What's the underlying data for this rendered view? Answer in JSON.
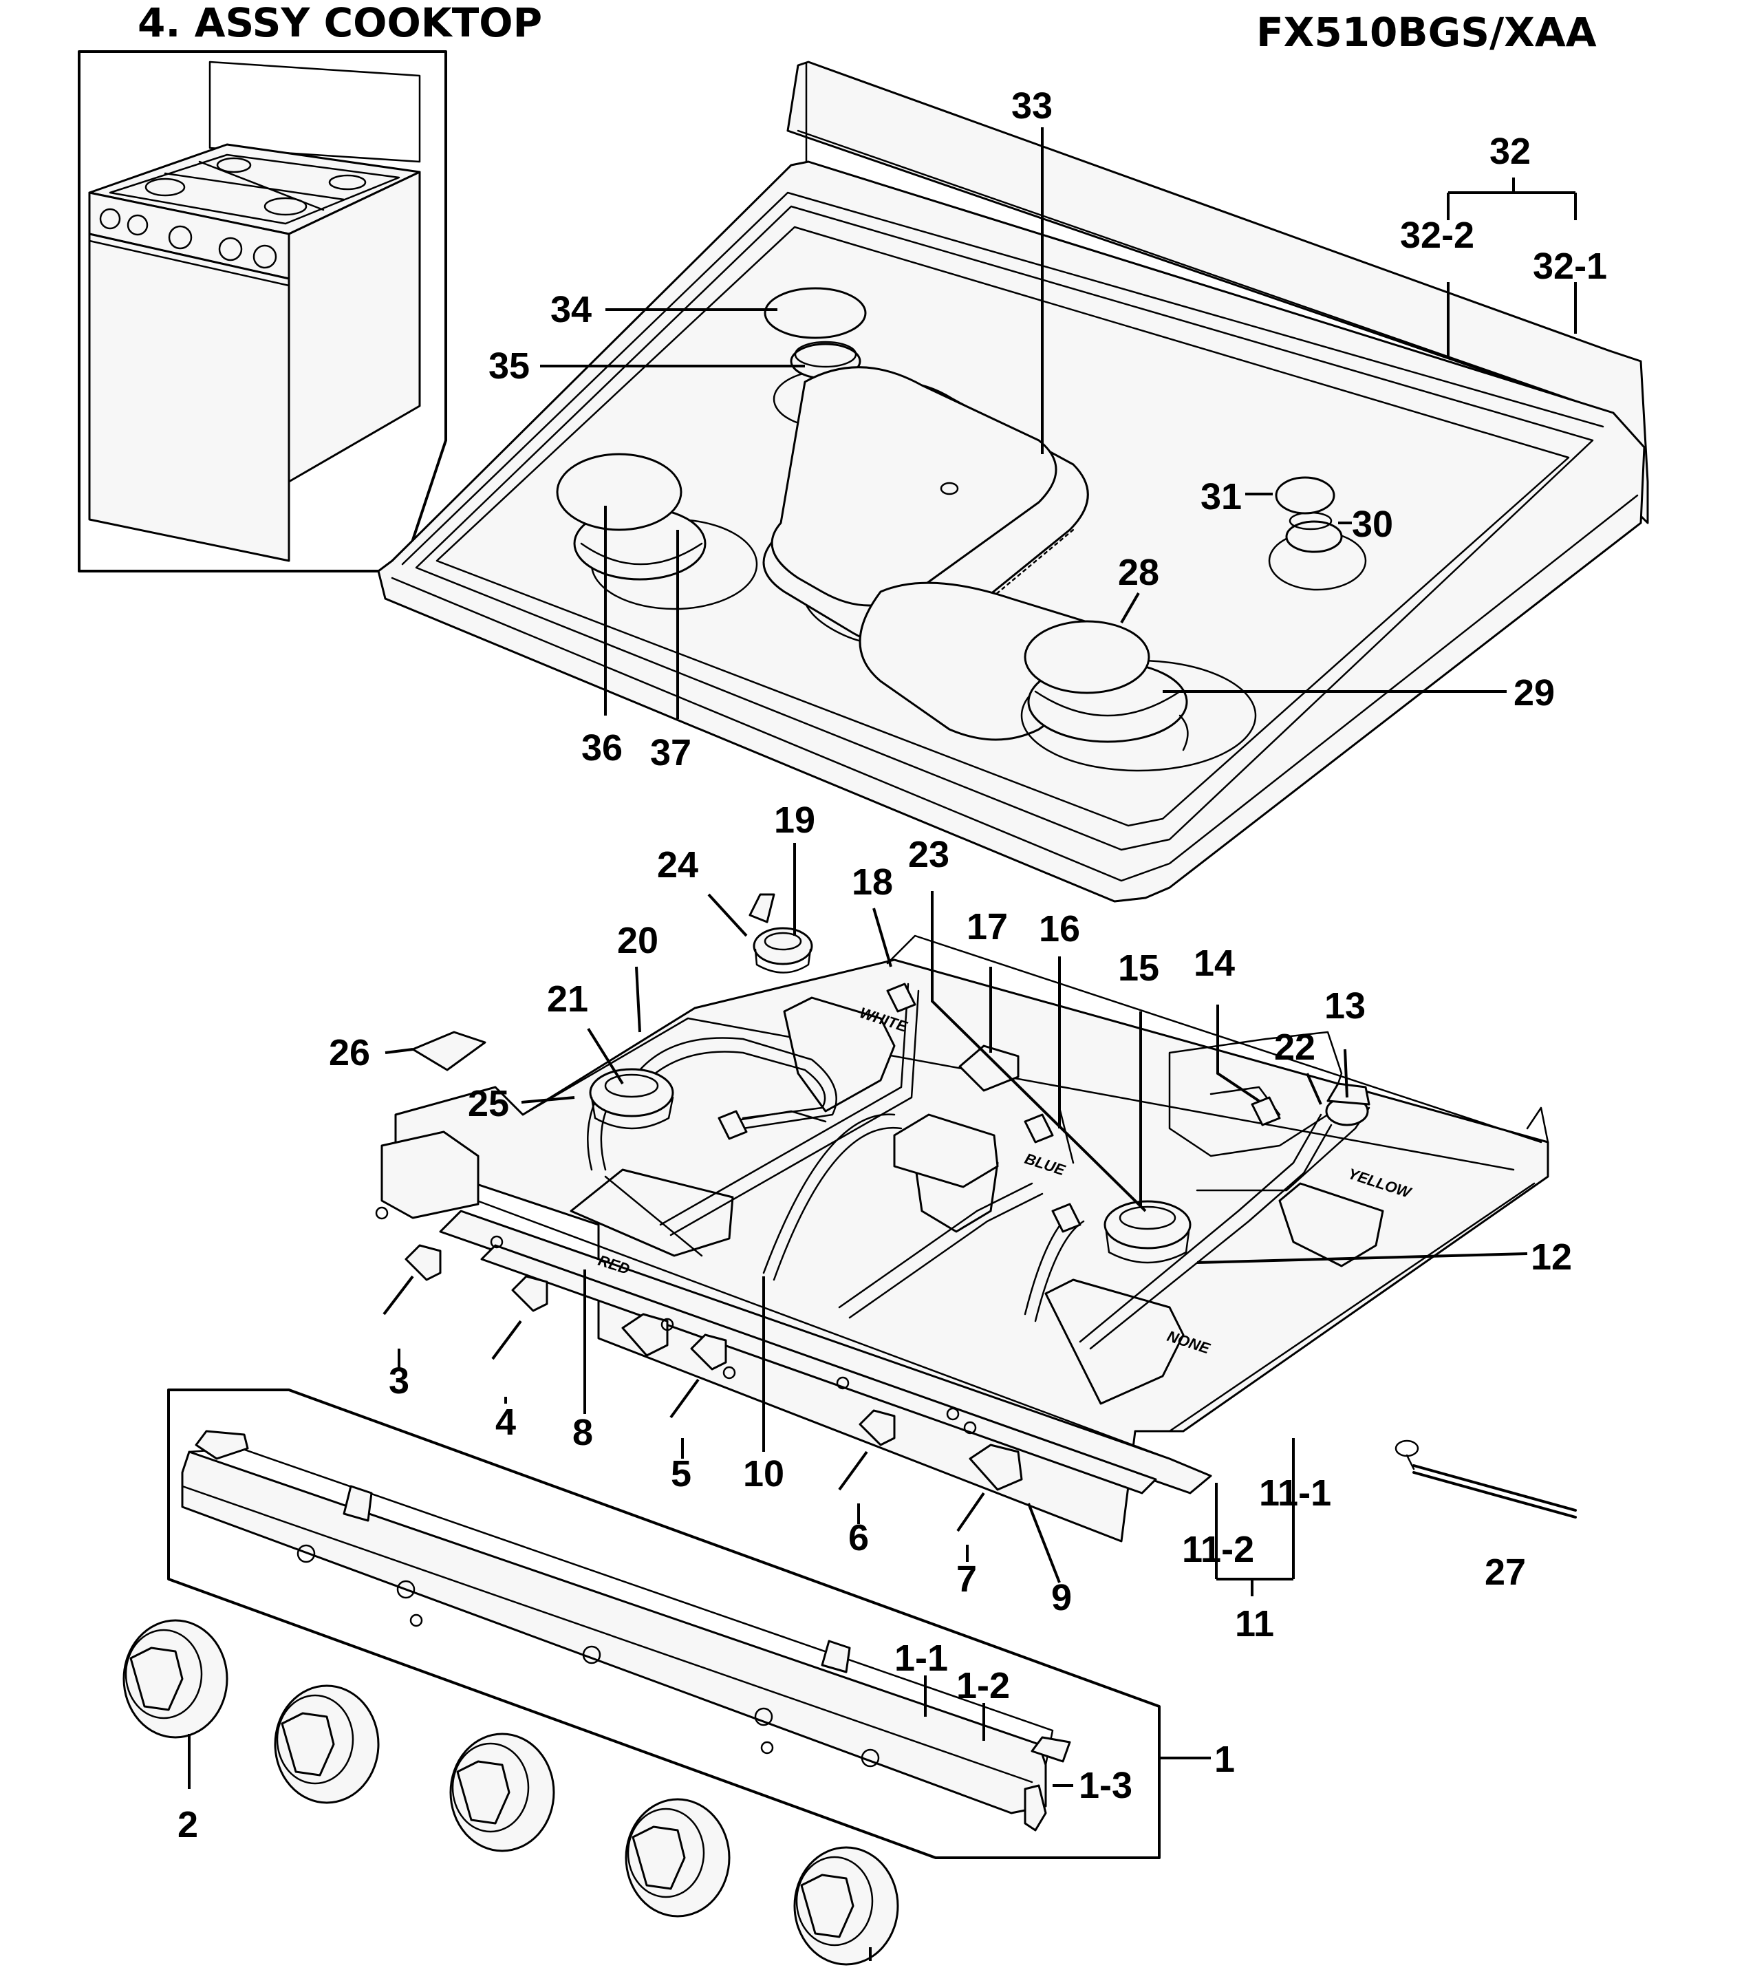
{
  "header": {
    "section_title": "4. ASSY COOKTOP",
    "model_number": "FX510BGS/XAA"
  },
  "tube_labels": {
    "white": "WHITE",
    "blue": "BLUE",
    "yellow": "YELLOW",
    "red": "RED",
    "none": "NONE"
  },
  "callouts": {
    "c1": "1",
    "c1_1": "1-1",
    "c1_2": "1-2",
    "c1_3": "1-3",
    "c2": "2",
    "c3": "3",
    "c4": "4",
    "c5": "5",
    "c6": "6",
    "c7": "7",
    "c8": "8",
    "c9": "9",
    "c10": "10",
    "c11": "11",
    "c11_1": "11-1",
    "c11_2": "11-2",
    "c12": "12",
    "c13": "13",
    "c14": "14",
    "c15": "15",
    "c16": "16",
    "c17": "17",
    "c18": "18",
    "c19": "19",
    "c20": "20",
    "c21": "21",
    "c22": "22",
    "c23": "23",
    "c24": "24",
    "c25": "25",
    "c26": "26",
    "c27": "27",
    "c28": "28",
    "c29": "29",
    "c30": "30",
    "c31": "31",
    "c32": "32",
    "c32_1": "32-1",
    "c32_2": "32-2",
    "c33": "33",
    "c34": "34",
    "c35": "35",
    "c36": "36",
    "c37": "37"
  }
}
